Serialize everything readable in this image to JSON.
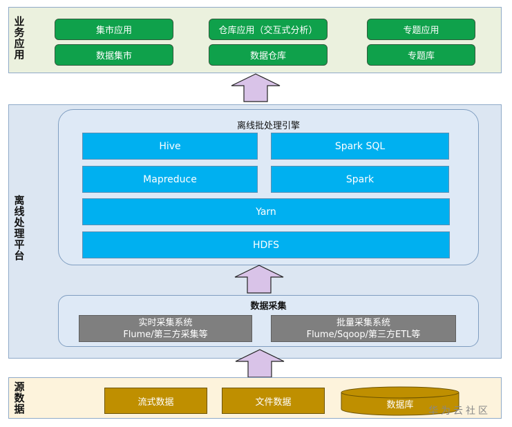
{
  "layers": {
    "business": {
      "label": "业务应用",
      "boxes": [
        "集市应用",
        "仓库应用（交互式分析）",
        "专题应用",
        "数据集市",
        "数据仓库",
        "专题库"
      ]
    },
    "platform": {
      "label": "离线处理平台",
      "engine_title": "离线批处理引擎",
      "engine_boxes": [
        "Hive",
        "Spark SQL",
        "Mapreduce",
        "Spark",
        "Yarn",
        "HDFS"
      ],
      "collect_title": "数据采集",
      "collect_boxes": [
        {
          "line1": "实时采集系统",
          "line2": "Flume/第三方采集等"
        },
        {
          "line1": "批量采集系统",
          "line2": "Flume/Sqoop/第三方ETL等"
        }
      ]
    },
    "source": {
      "label": "源数据",
      "boxes": [
        "流式数据",
        "文件数据",
        "数据库"
      ]
    }
  },
  "watermark": "华为云社区",
  "colors": {
    "business_bg": "#ebf1de",
    "platform_bg": "#dce6f2",
    "source_bg": "#fdf3dc",
    "green": "#0fa14b",
    "blue": "#00b0f0",
    "gray": "#7f7f7f",
    "gold": "#bf8f00",
    "arrow_fill": "#d9c3e8"
  }
}
